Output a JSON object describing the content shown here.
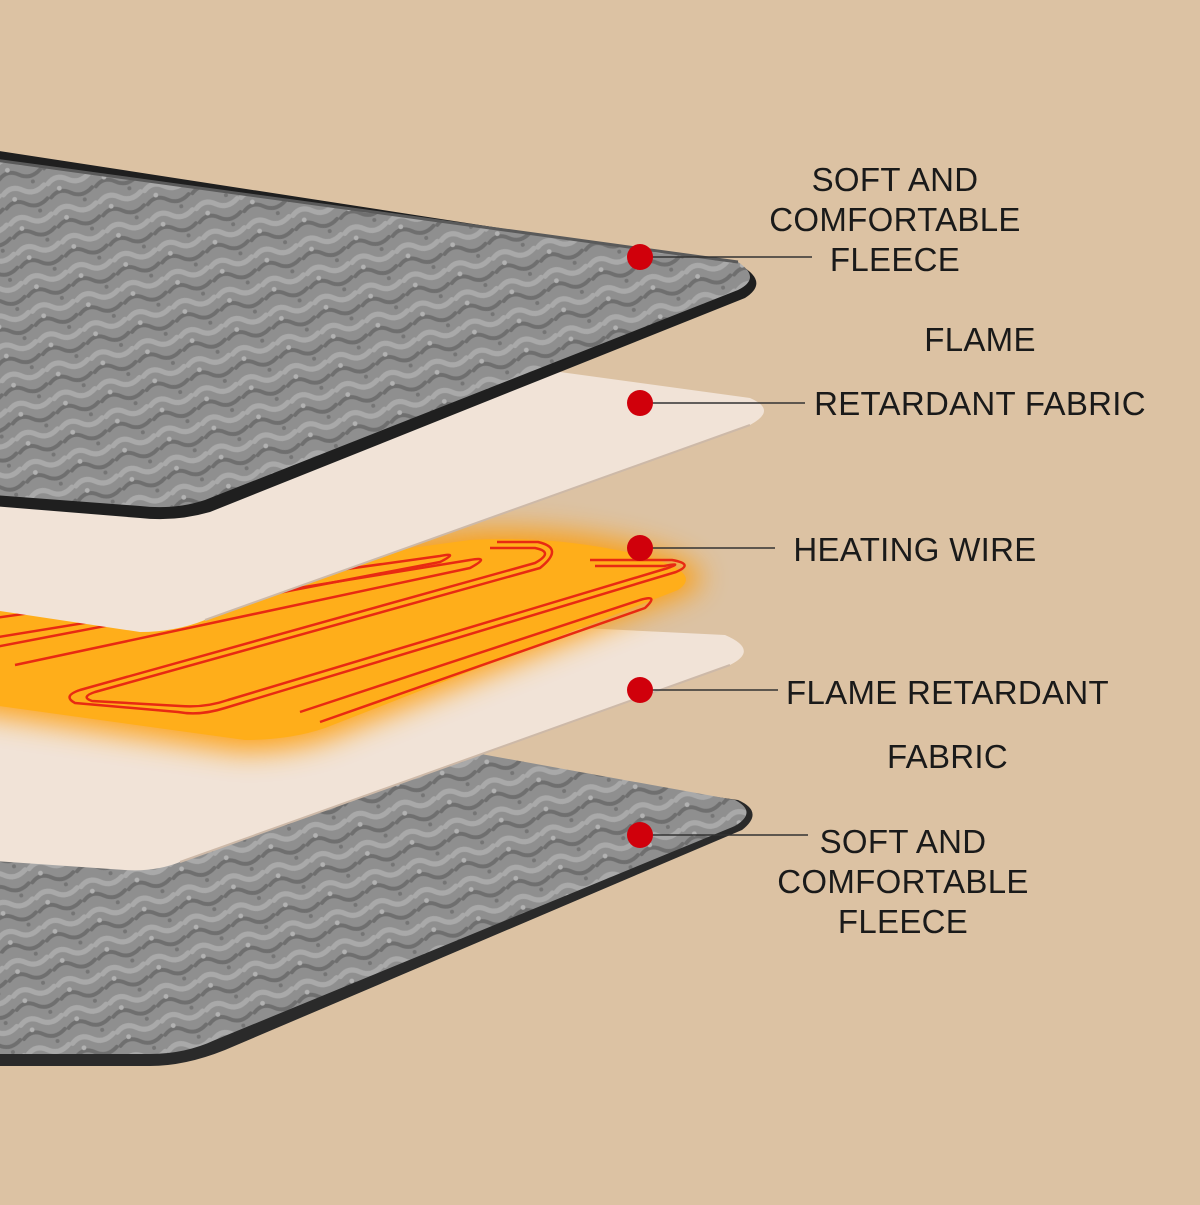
{
  "colors": {
    "background": "#dcc2a3",
    "fleece": "#8e8e8e",
    "fleece_edge": "#2a2a2a",
    "fabric": "#f1e3d7",
    "heating_glow": "#ff9a00",
    "wire": "#e82a12",
    "marker": "#d0000b",
    "leader_line": "#333333"
  },
  "layers": [
    {
      "id": "top-fleece",
      "kind": "fleece",
      "label_lines": [
        "SOFT AND",
        "COMFORTABLE",
        "FLEECE"
      ]
    },
    {
      "id": "top-fabric",
      "kind": "fabric",
      "label_lines": [
        "FLAME",
        "RETARDANT FABRIC"
      ]
    },
    {
      "id": "heating-wire",
      "kind": "heating",
      "label_lines": [
        "HEATING WIRE"
      ]
    },
    {
      "id": "bottom-fabric",
      "kind": "fabric",
      "label_lines": [
        "FLAME RETARDANT",
        "FABRIC"
      ]
    },
    {
      "id": "bottom-fleece",
      "kind": "fleece",
      "label_lines": [
        "SOFT AND",
        "COMFORTABLE",
        "FLEECE"
      ]
    }
  ]
}
